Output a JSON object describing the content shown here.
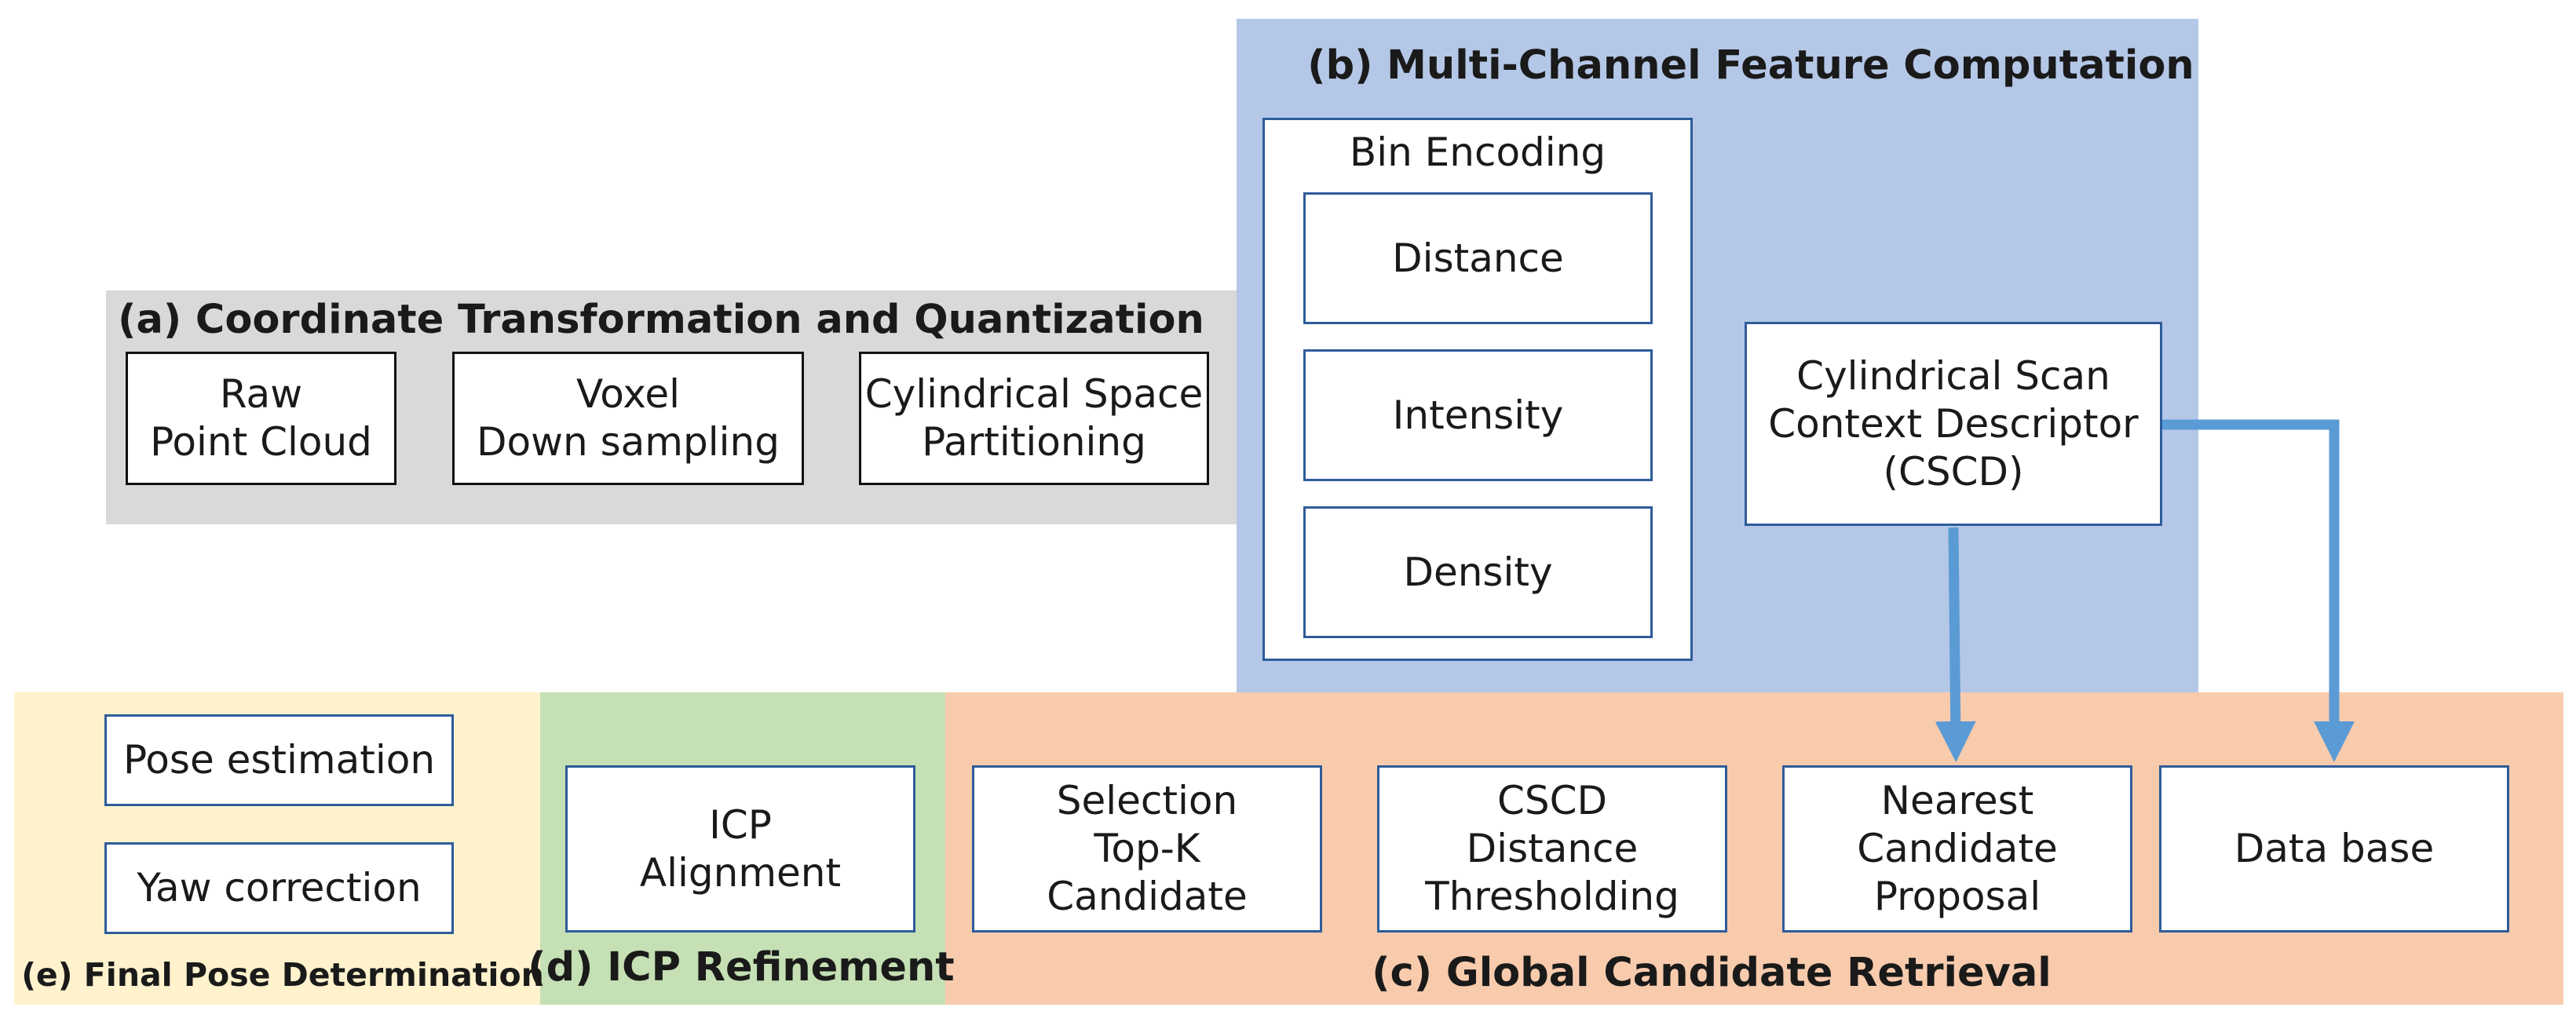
{
  "colors": {
    "panel_a": "#d9d9d9",
    "panel_b": "#b4c7e7",
    "panel_c": "#f8cbad",
    "panel_d": "#c5e0b4",
    "panel_e": "#fff2cc",
    "arrow": "#5b9bd5",
    "box_border_blue": "#2e5c9a"
  },
  "panel_a": {
    "title": "(a) Coordinate Transformation and Quantization",
    "boxes": [
      "Raw\nPoint Cloud",
      "Voxel\nDown sampling",
      "Cylindrical Space\nPartitioning"
    ]
  },
  "panel_b": {
    "title": "(b) Multi-Channel Feature Computation",
    "bin_encoding": {
      "label": "Bin Encoding",
      "items": [
        "Distance",
        "Intensity",
        "Density"
      ]
    },
    "descriptor": "Cylindrical Scan\nContext Descriptor\n(CSCD)"
  },
  "panel_c": {
    "title": "(c) Global Candidate Retrieval",
    "boxes": [
      "Selection\nTop-K\nCandidate",
      "CSCD\nDistance\nThresholding",
      "Nearest\nCandidate\nProposal",
      "Data base"
    ]
  },
  "panel_d": {
    "title": "(d) ICP Refinement",
    "boxes": [
      "ICP\nAlignment"
    ]
  },
  "panel_e": {
    "title": "(e) Final Pose Determination",
    "boxes": [
      "Pose estimation",
      "Yaw correction"
    ]
  }
}
